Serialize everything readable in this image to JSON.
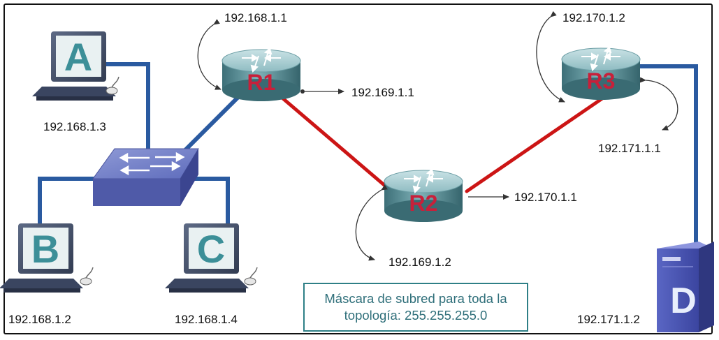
{
  "colors": {
    "cable": "#2a5aa0",
    "serial_link": "#cc1515",
    "router_body": "#4e8a93",
    "router_label": "#c8203a",
    "pc_label": "#3c8f98",
    "note_text": "#2f6f7a",
    "note_border": "#2e7f86"
  },
  "hosts": {
    "a": {
      "label": "A",
      "ip": "192.168.1.3",
      "icon": "computer-icon"
    },
    "b": {
      "label": "B",
      "ip": "192.168.1.2",
      "icon": "computer-icon"
    },
    "c": {
      "label": "C",
      "ip": "192.168.1.4",
      "icon": "computer-icon"
    },
    "d": {
      "label": "D",
      "ip": "192.171.1.2",
      "icon": "server-icon"
    }
  },
  "switch": {
    "icon": "switch-icon"
  },
  "routers": {
    "r1": {
      "label": "R1",
      "ip_lan": "192.168.1.1",
      "ip_serial": "192.169.1.1",
      "icon": "router-icon"
    },
    "r2": {
      "label": "R2",
      "ip_serial_r1": "192.169.1.2",
      "ip_serial_r3": "192.170.1.1",
      "icon": "router-icon"
    },
    "r3": {
      "label": "R3",
      "ip_serial": "192.170.1.2",
      "ip_lan": "192.171.1.1",
      "icon": "router-icon"
    }
  },
  "note": {
    "line1": "Máscara de subred para toda la",
    "line2": "topología: 255.255.255.0"
  }
}
